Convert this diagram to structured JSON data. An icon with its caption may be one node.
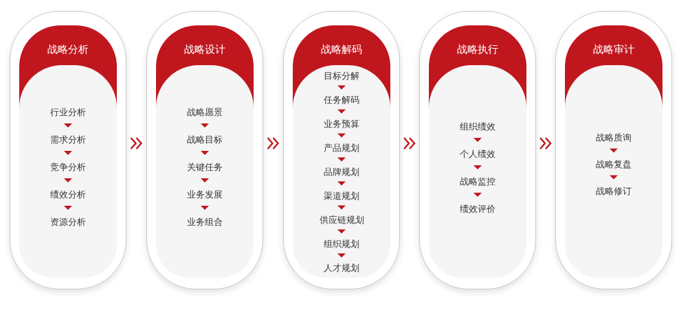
{
  "diagram": {
    "nodes": [
      {
        "text": [
          "战略分析"
        ]
      },
      {
        "text": [
          "行业分析"
        ],
        "in": 0
      },
      {
        "text": [
          "需求分析"
        ],
        "in": 0
      },
      {
        "text": [
          "竞争分析"
        ],
        "in": 0
      },
      {
        "text": [
          "绩效分析"
        ],
        "in": 0
      },
      {
        "text": [
          "资源分析"
        ],
        "in": 0
      },
      {
        "text": [
          "战略设计"
        ]
      },
      {
        "text": [
          "战略愿景"
        ],
        "in": 6
      },
      {
        "text": [
          "战略目标"
        ],
        "in": 6
      },
      {
        "text": [
          "关键任务"
        ],
        "in": 6
      },
      {
        "text": [
          "业务发展"
        ],
        "in": 6
      },
      {
        "text": [
          "业务组合"
        ],
        "in": 6
      },
      {
        "text": [
          "战略解码"
        ]
      },
      {
        "text": [
          "目标分解"
        ],
        "in": 12
      },
      {
        "text": [
          "任务解码"
        ],
        "in": 12
      },
      {
        "text": [
          "业务预算"
        ],
        "in": 12
      },
      {
        "text": [
          "产品规划"
        ],
        "in": 12
      },
      {
        "text": [
          "品牌规划"
        ],
        "in": 12
      },
      {
        "text": [
          "渠道规划"
        ],
        "in": 12
      },
      {
        "text": [
          "供应链规划"
        ],
        "in": 12
      },
      {
        "text": [
          "组织规划"
        ],
        "in": 12
      },
      {
        "text": [
          "人才规划"
        ],
        "in": 12
      },
      {
        "text": [
          "战略执行"
        ]
      },
      {
        "text": [
          "组织绩效"
        ],
        "in": 22
      },
      {
        "text": [
          "个人绩效"
        ],
        "in": 22
      },
      {
        "text": [
          "战略监控"
        ],
        "in": 22
      },
      {
        "text": [
          "绩效评价"
        ],
        "in": 22
      },
      {
        "text": [
          "战略审计"
        ]
      },
      {
        "text": [
          "战略质询"
        ],
        "in": 27
      },
      {
        "text": [
          "战略复盘"
        ],
        "in": 27
      },
      {
        "text": [
          "战略修订"
        ],
        "in": 27
      }
    ],
    "edges": [
      {
        "from": 1,
        "to": 2,
        "arrow": "to"
      },
      {
        "from": 2,
        "to": 3,
        "arrow": "to"
      },
      {
        "from": 3,
        "to": 4,
        "arrow": "to"
      },
      {
        "from": 4,
        "to": 5,
        "arrow": "to"
      },
      {
        "from": 7,
        "to": 8,
        "arrow": "to"
      },
      {
        "from": 8,
        "to": 9,
        "arrow": "to"
      },
      {
        "from": 9,
        "to": 10,
        "arrow": "to"
      },
      {
        "from": 10,
        "to": 11,
        "arrow": "to"
      },
      {
        "from": 13,
        "to": 14,
        "arrow": "to"
      },
      {
        "from": 14,
        "to": 15,
        "arrow": "to"
      },
      {
        "from": 15,
        "to": 16,
        "arrow": "to"
      },
      {
        "from": 16,
        "to": 17,
        "arrow": "to"
      },
      {
        "from": 17,
        "to": 18,
        "arrow": "to"
      },
      {
        "from": 18,
        "to": 19,
        "arrow": "to"
      },
      {
        "from": 19,
        "to": 20,
        "arrow": "to"
      },
      {
        "from": 20,
        "to": 21,
        "arrow": "to"
      },
      {
        "from": 23,
        "to": 24,
        "arrow": "to"
      },
      {
        "from": 24,
        "to": 25,
        "arrow": "to"
      },
      {
        "from": 25,
        "to": 26,
        "arrow": "to"
      },
      {
        "from": 28,
        "to": 29,
        "arrow": "to"
      },
      {
        "from": 29,
        "to": 30,
        "arrow": "to"
      },
      {
        "from": 0,
        "to": 6,
        "arrow": "to"
      },
      {
        "from": 6,
        "to": 12,
        "arrow": "to"
      },
      {
        "from": 12,
        "to": 22,
        "arrow": "to"
      },
      {
        "from": 22,
        "to": 27,
        "arrow": "to"
      }
    ]
  }
}
